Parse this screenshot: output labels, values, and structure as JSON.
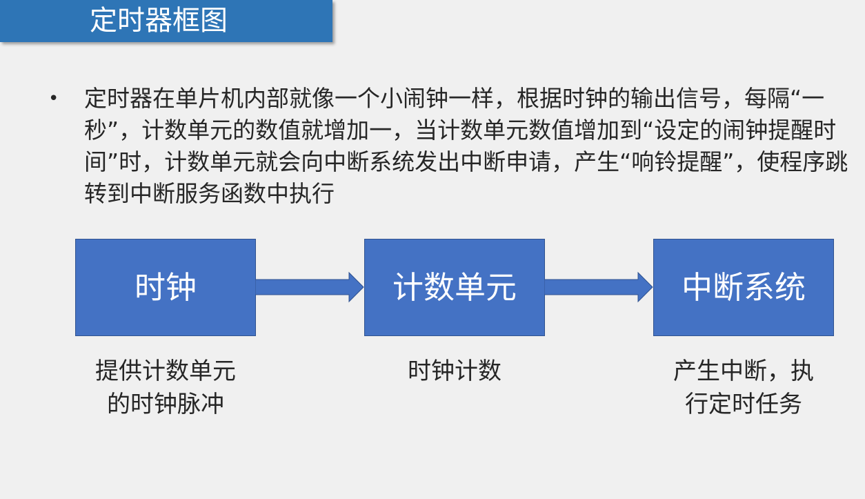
{
  "slide": {
    "title": "定时器框图",
    "bullet_marker": "•",
    "bullet_text": "定时器在单片机内部就像一个小闹钟一样，根据时钟的输出信号，每隔“一秒”，计数单元的数值就增加一，当计数单元数值增加到“设定的闹钟提醒时间”时，计数单元就会向中断系统发出中断申请，产生“响铃提醒”，使程序跳转到中断服务函数中执行"
  },
  "diagram": {
    "nodes": [
      {
        "label": "时钟",
        "caption_line1": "提供计数单元",
        "caption_line2": "的时钟脉冲"
      },
      {
        "label": "计数单元",
        "caption_line1": "时钟计数",
        "caption_line2": ""
      },
      {
        "label": "中断系统",
        "caption_line1": "产生中断，执",
        "caption_line2": "行定时任务"
      }
    ],
    "edges": [
      {
        "from": "时钟",
        "to": "计数单元"
      },
      {
        "from": "计数单元",
        "to": "中断系统"
      }
    ]
  },
  "colors": {
    "title_bar": "#2e75b6",
    "box_fill": "#4472c4",
    "box_border": "#2f528f",
    "background": "#f0f0f0",
    "text": "#262626"
  }
}
